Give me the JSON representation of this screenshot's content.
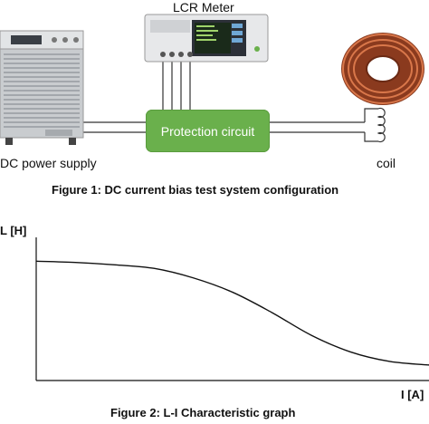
{
  "figure1": {
    "lcr_label": "LCR Meter",
    "protection_label": "Protection circuit",
    "dc_label": "DC power supply",
    "coil_label": "coil",
    "caption": "Figure 1: DC current bias test system configuration"
  },
  "figure2": {
    "y_axis_label": "L [H]",
    "x_axis_label": "I [A]",
    "caption": "Figure 2: L-I Characteristic graph"
  },
  "chart_data": {
    "type": "line",
    "title": "",
    "xlabel": "I [A]",
    "ylabel": "L [H]",
    "x": [
      0,
      0.1,
      0.2,
      0.3,
      0.4,
      0.5,
      0.6,
      0.7,
      0.8,
      0.9,
      1.0
    ],
    "series": [
      {
        "values": [
          1.0,
          0.99,
          0.97,
          0.94,
          0.86,
          0.74,
          0.57,
          0.38,
          0.24,
          0.16,
          0.13
        ]
      }
    ],
    "xlim": [
      0,
      1
    ],
    "ylim": [
      0,
      1.2
    ],
    "grid": false,
    "ticks": false
  },
  "colors": {
    "protection_fill": "#6ab04c",
    "coil_copper": "#b5532c",
    "axis": "#111111"
  }
}
